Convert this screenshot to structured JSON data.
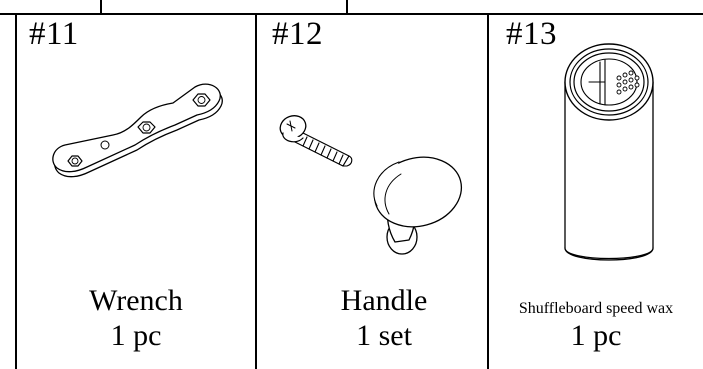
{
  "parts": [
    {
      "number": "#11",
      "name": "Wrench",
      "quantity": "1 pc",
      "icon": "wrench-icon"
    },
    {
      "number": "#12",
      "name": "Handle",
      "quantity": "1 set",
      "icon": "handle-icon"
    },
    {
      "number": "#13",
      "name": "Shuffleboard speed wax",
      "quantity": "1 pc",
      "icon": "wax-can-icon"
    }
  ]
}
